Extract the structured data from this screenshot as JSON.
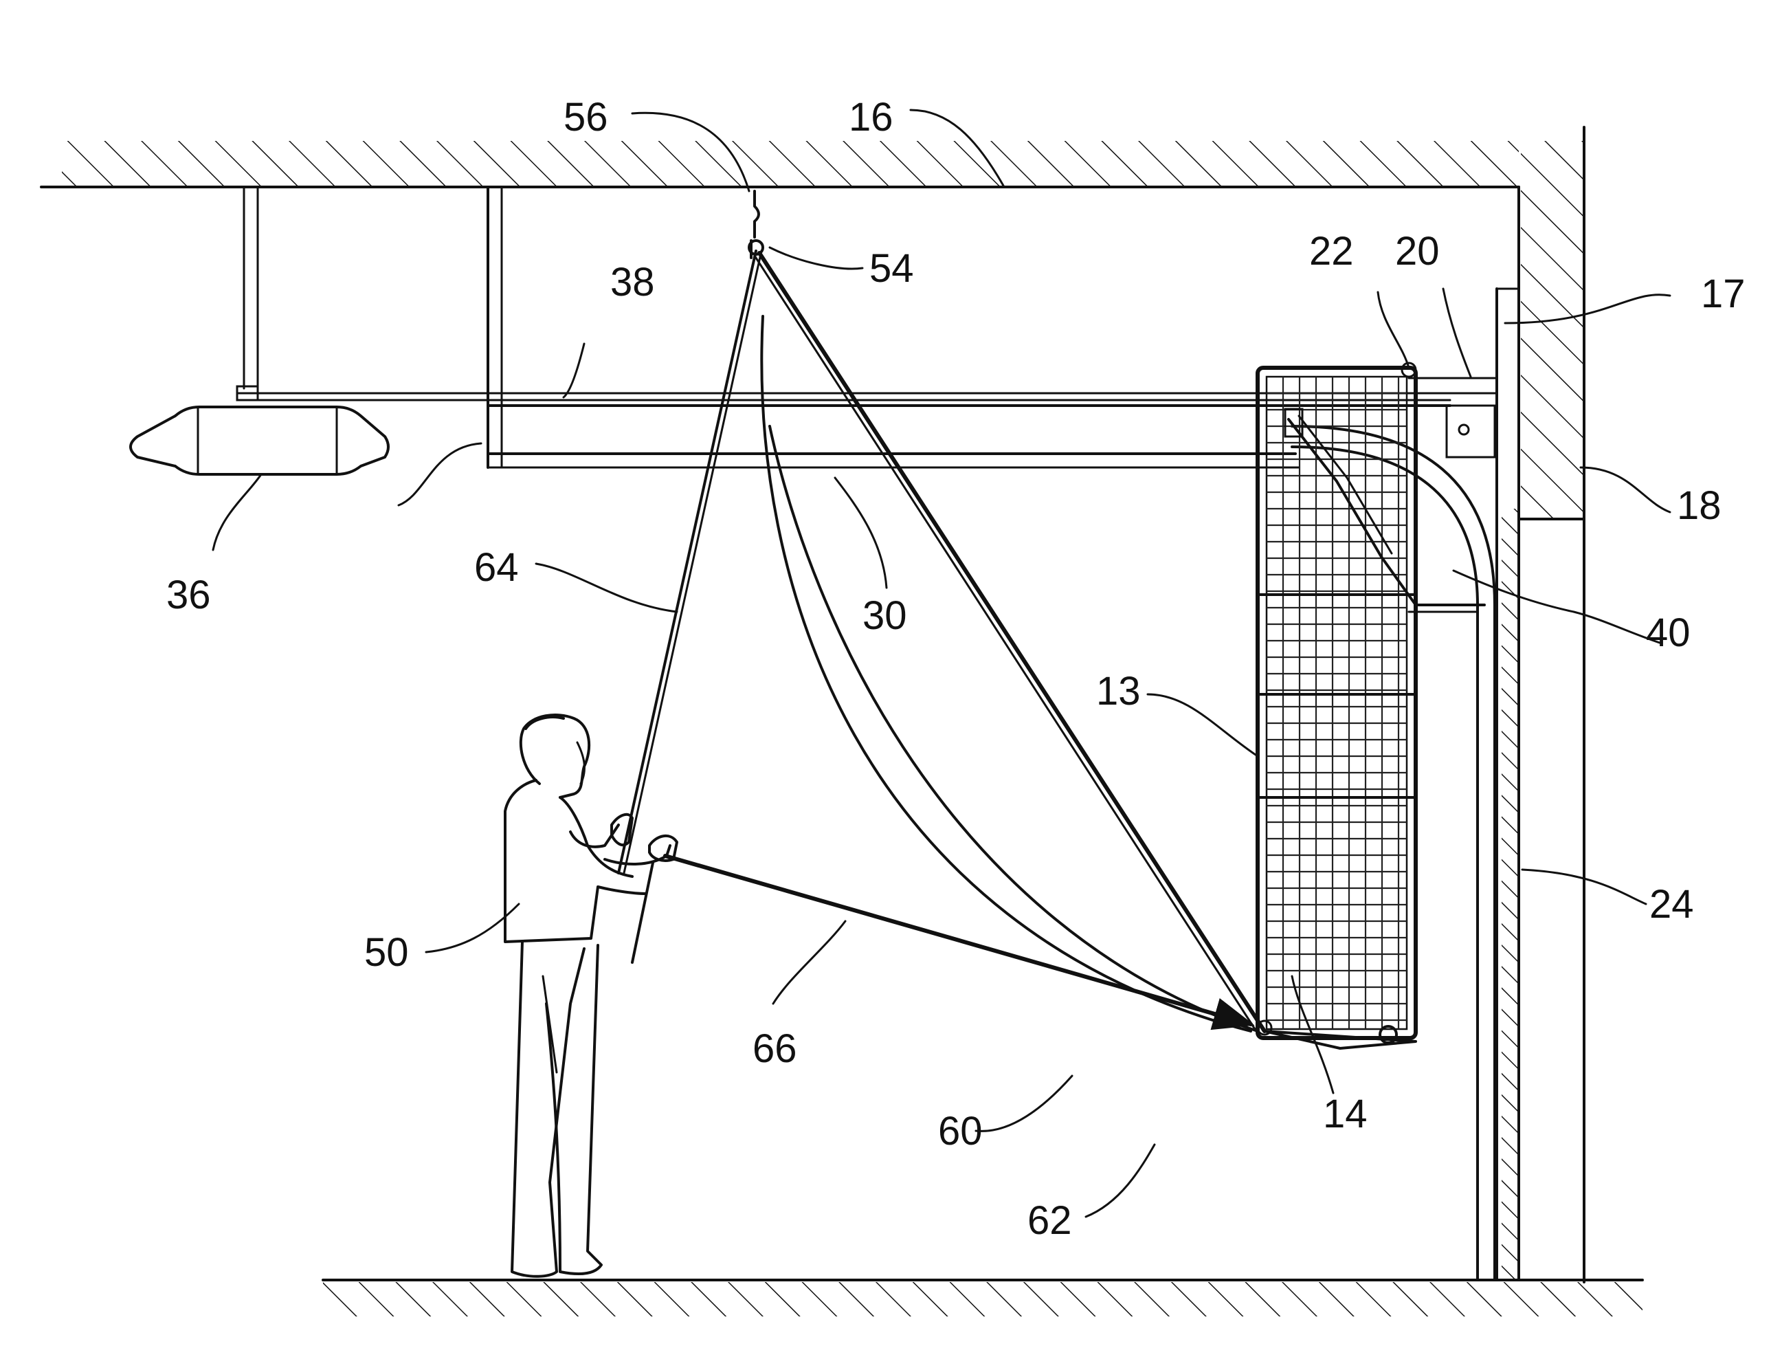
{
  "figure": {
    "labels": {
      "ref_13": "13",
      "ref_14": "14",
      "ref_16": "16",
      "ref_17": "17",
      "ref_18": "18",
      "ref_20": "20",
      "ref_22": "22",
      "ref_24": "24",
      "ref_30": "30",
      "ref_36": "36",
      "ref_38": "38",
      "ref_40": "40",
      "ref_50": "50",
      "ref_54": "54",
      "ref_56": "56",
      "ref_60": "60",
      "ref_62": "62",
      "ref_64": "64",
      "ref_66": "66"
    }
  }
}
